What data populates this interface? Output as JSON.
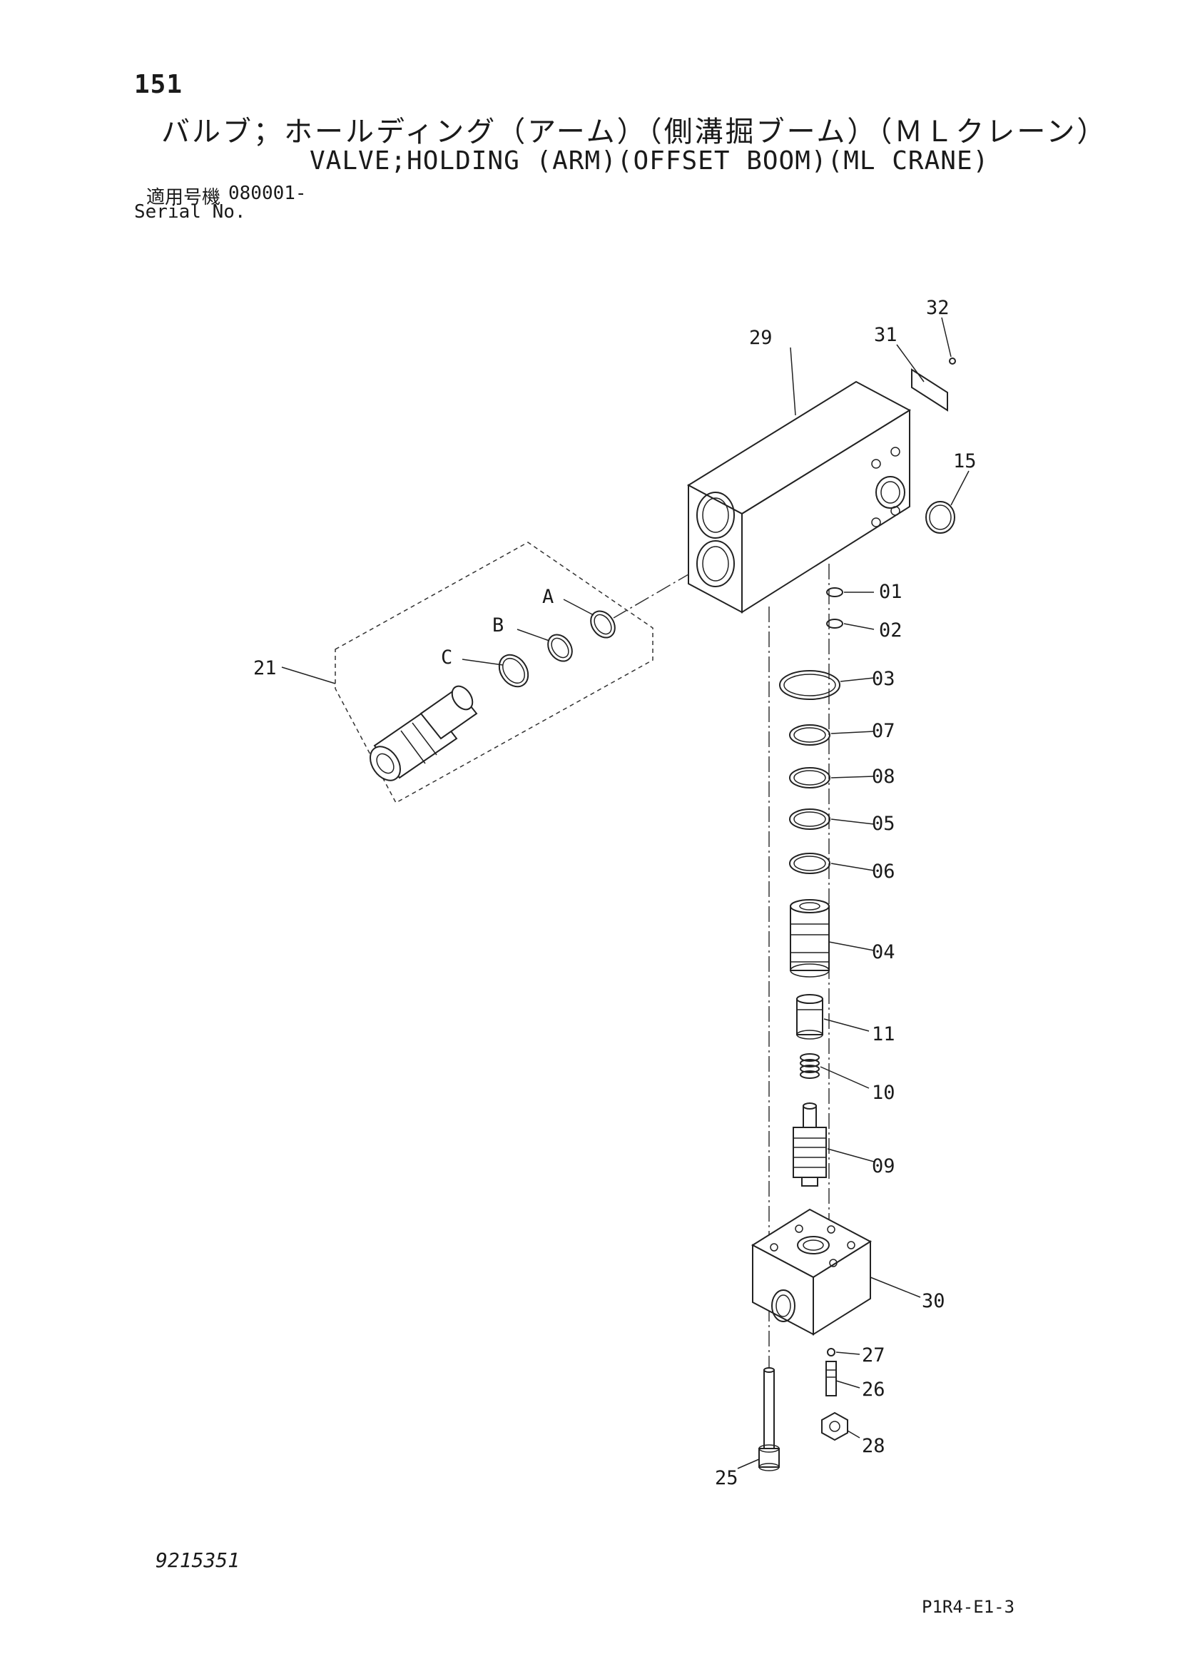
{
  "header": {
    "page_number": "151",
    "title_ja": "バルブ；ホールディング（アーム）（側溝掘ブーム）（ＭＬクレーン）",
    "title_en": "VALVE;HOLDING (ARM)(OFFSET BOOM)(ML CRANE)",
    "serial_label_ja": "適用号機",
    "serial_value": "080001-",
    "serial_label_en": "Serial No."
  },
  "callouts": {
    "p01": "01",
    "p02": "02",
    "p03": "03",
    "p04": "04",
    "p05": "05",
    "p06": "06",
    "p07": "07",
    "p08": "08",
    "p09": "09",
    "p10": "10",
    "p11": "11",
    "p15": "15",
    "p21": "21",
    "p25": "25",
    "p26": "26",
    "p27": "27",
    "p28": "28",
    "p29": "29",
    "p30": "30",
    "p31": "31",
    "p32": "32",
    "pA": "A",
    "pB": "B",
    "pC": "C"
  },
  "footer": {
    "document_number": "9215351",
    "page_code": "P1R4-E1-3"
  }
}
